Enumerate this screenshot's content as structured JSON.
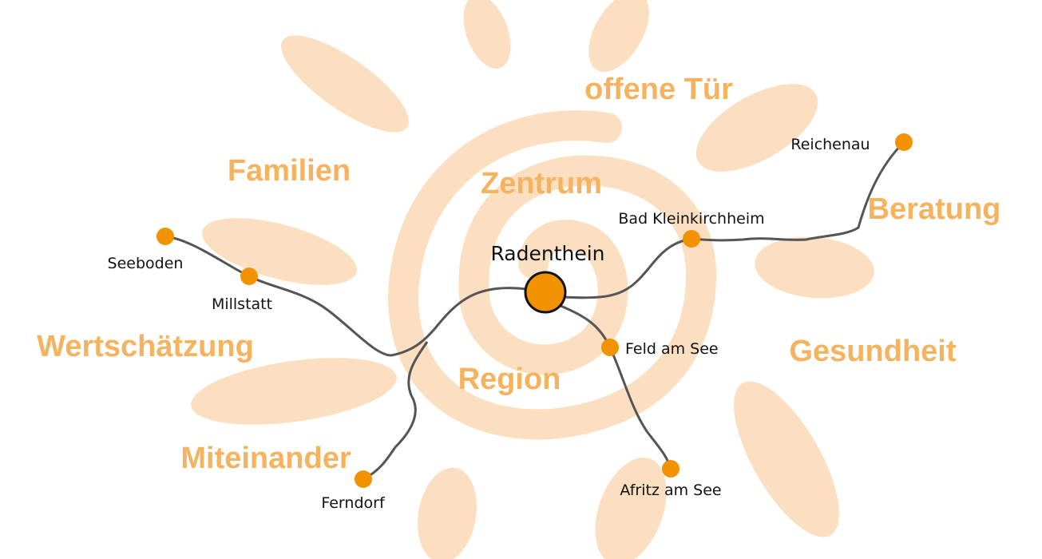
{
  "colors": {
    "sun": "#FCDFC0",
    "label": "#F6B35F",
    "node": "#F39200",
    "route": "#555555"
  },
  "categories": {
    "offene_tuer": "offene Tür",
    "familien": "Familien",
    "zentrum": "Zentrum",
    "beratung": "Beratung",
    "wertschaetzung": "Wertschätzung",
    "gesundheit": "Gesundheit",
    "region": "Region",
    "miteinander": "Miteinander"
  },
  "places": {
    "center": "Radenthein",
    "reichenau": "Reichenau",
    "bad_kleinkirchheim": "Bad Kleinkirchheim",
    "feld_am_see": "Feld am See",
    "afritz_am_see": "Afritz am See",
    "seeboden": "Seeboden",
    "millstatt": "Millstatt",
    "ferndorf": "Ferndorf"
  }
}
